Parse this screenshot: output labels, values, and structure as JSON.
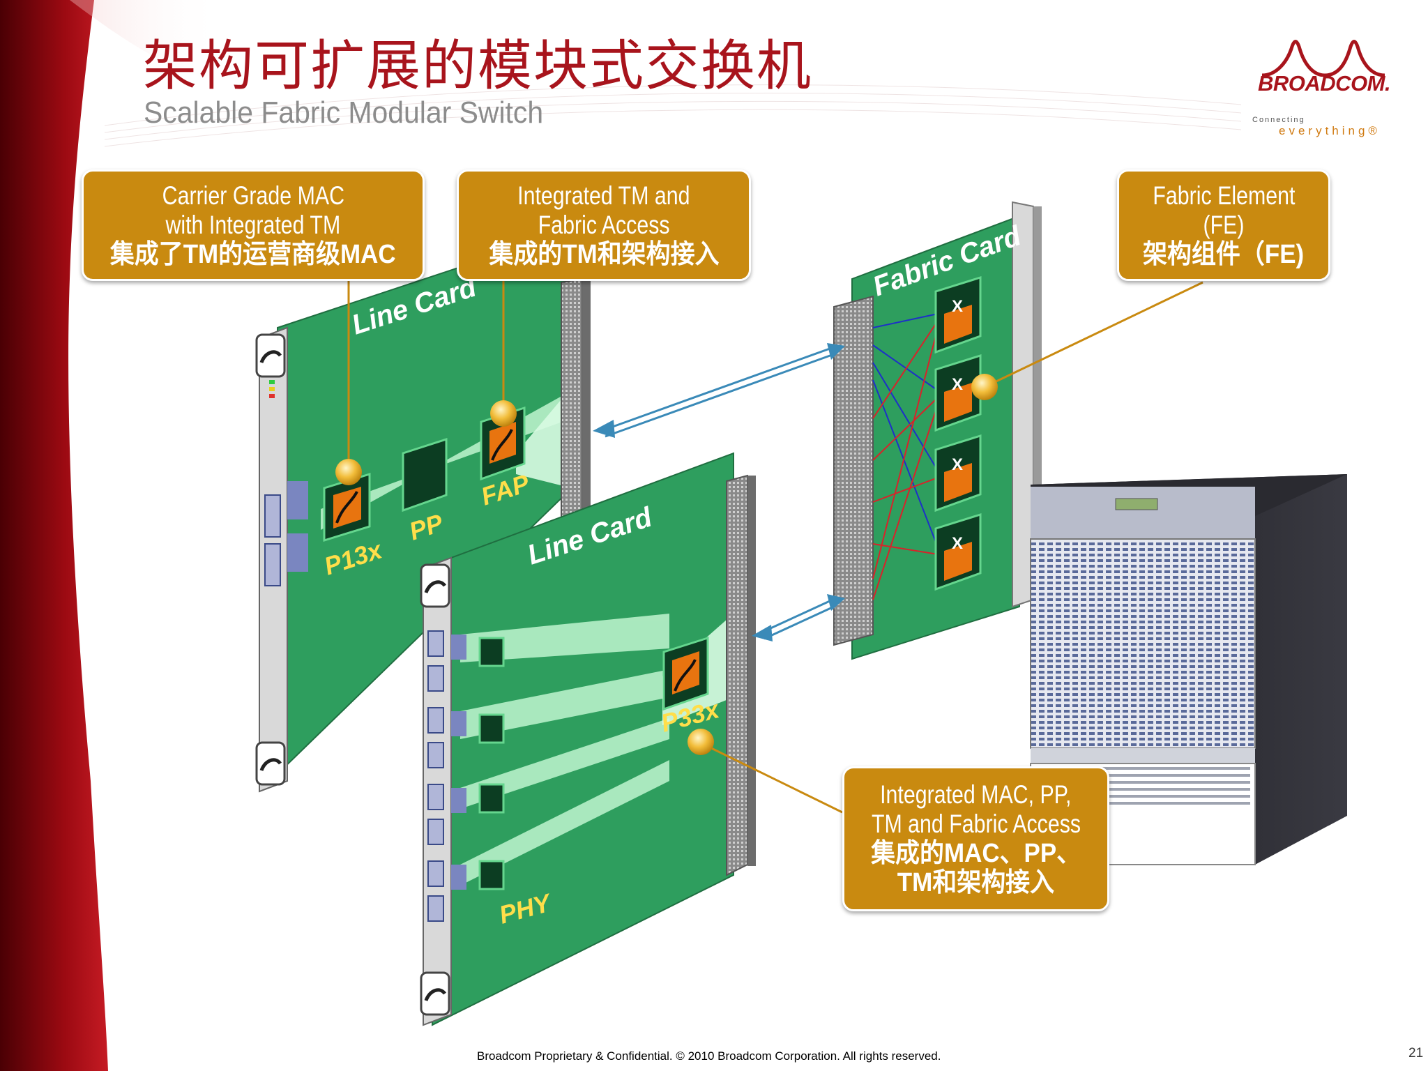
{
  "title": {
    "chinese": "架构可扩展的模块式交换机",
    "english": "Scalable Fabric Modular Switch"
  },
  "logo": {
    "word": "BROADCOM.",
    "tagline_small": "Connecting",
    "tagline_large": "everything®"
  },
  "callouts": {
    "carrier_mac": {
      "line1": "Carrier Grade MAC",
      "line2": "with Integrated TM",
      "line3": "集成了TM的运营商级MAC"
    },
    "integrated_tm": {
      "line1": "Integrated TM and",
      "line2": "Fabric Access",
      "line3": "集成的TM和架构接入"
    },
    "fabric_element": {
      "line1": "Fabric Element",
      "line2": "(FE)",
      "line3": "架构组件（FE)"
    },
    "integrated_mac": {
      "line1": "Integrated MAC, PP,",
      "line2": "TM and Fabric Access",
      "line3": "集成的MAC、PP、",
      "line4": "TM和架构接入"
    }
  },
  "diagram": {
    "line_card_top": "Line Card",
    "line_card_bottom": "Line Card",
    "fabric_card": "Fabric Card",
    "chip_p13x": "P13x",
    "chip_pp": "PP",
    "chip_fap": "FAP",
    "chip_p33x": "P33x",
    "chip_phy": "PHY",
    "fe_chip_mark": "X"
  },
  "footer": "Broadcom Proprietary & Confidential.  © 2010 Broadcom Corporation.  All rights reserved.",
  "page_number": "21",
  "colors": {
    "brand_red": "#a8141c",
    "callout_gold": "#c98a10",
    "board_green": "#2e9e5e",
    "chip_orange": "#e8740f"
  }
}
